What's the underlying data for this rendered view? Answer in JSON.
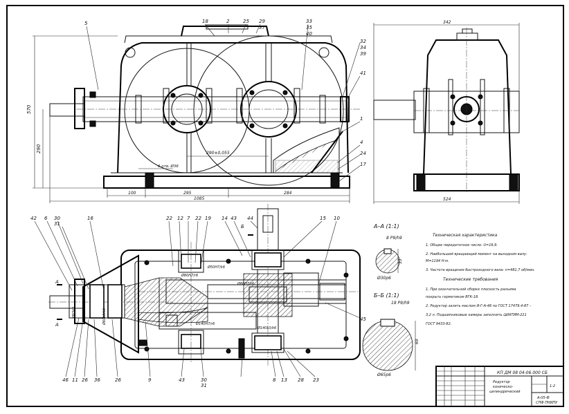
{
  "views": {
    "front": {
      "dim_top": "570",
      "dim_mid": "290",
      "dims_bottom": [
        "100",
        "295",
        "284"
      ],
      "dim_overall": "1085",
      "dim_center": "290±0,055",
      "callout": "6 отв. Ø36",
      "leaders": [
        "5",
        "18",
        "2",
        "25",
        "29",
        "33",
        "32",
        "41",
        "1",
        "4",
        "24",
        "17"
      ],
      "leader_fracs": {
        "29": "37",
        "33": [
          "35",
          "40"
        ],
        "32": [
          "34",
          "39"
        ]
      }
    },
    "side": {
      "dim_top": "342",
      "dim_bottom": "524"
    },
    "plan": {
      "leaders_top": [
        "42",
        "6",
        "30",
        "31",
        "16",
        "22",
        "12",
        "7",
        "22",
        "19",
        "14",
        "43",
        "44",
        "15",
        "10"
      ],
      "leaders_bottom": [
        "46",
        "11",
        "26",
        "36",
        "26",
        "9",
        "43",
        "30",
        "31",
        "8",
        "13",
        "28",
        "23"
      ],
      "leader_side": [
        "45"
      ],
      "section_marks": [
        "A",
        "A",
        "Б"
      ],
      "fits": [
        "Ø65k6",
        "Ø60L0/k6",
        "Ø80H7/r6",
        "Ø50H7/k6",
        "Ø80H7/r6",
        "Ø140H7/r6",
        "Ø140L0/k6"
      ]
    },
    "section_aa": {
      "title": "А–А (1:1)",
      "key": "8 P9/h9",
      "dim": "33",
      "dia": "Ø30p6"
    },
    "section_bb": {
      "title": "Б–Б (1:1)",
      "key": "18 P9/h9",
      "dim": "69",
      "dia": "Ø65p6"
    }
  },
  "specs": {
    "title": "Техническая характеристика",
    "items": [
      "1. Общее передаточное число: U=16,9.",
      "2. Наибольший вращающий момент на выходном валу:",
      "М=1194 Н·м.",
      "3. Частота вращения быстроходного вала: n=481,7 об/мин."
    ]
  },
  "requirements": {
    "title": "Технические требования",
    "items": [
      "1. При окончательной сборке плоскость разъема",
      "покрыть герметиком ВГК-18.",
      "2. Редуктор залить маслом И-Г-А-46 по ГОСТ 17479.4-87 –",
      "3,2 л. Подшипниковые камеры заполнить ЦИАТИМ-221",
      "ГОСТ 9433-82."
    ]
  },
  "title_block": {
    "designation": "КП ДМ 08 04-06.000 СБ",
    "name_line1": "Редуктор",
    "name_line2": "коническо-",
    "name_line3": "цилиндрический",
    "sheet_info": "1:2",
    "group_line1": "А-05-Ф",
    "group_line2": "СПФ ПНИПУ"
  }
}
